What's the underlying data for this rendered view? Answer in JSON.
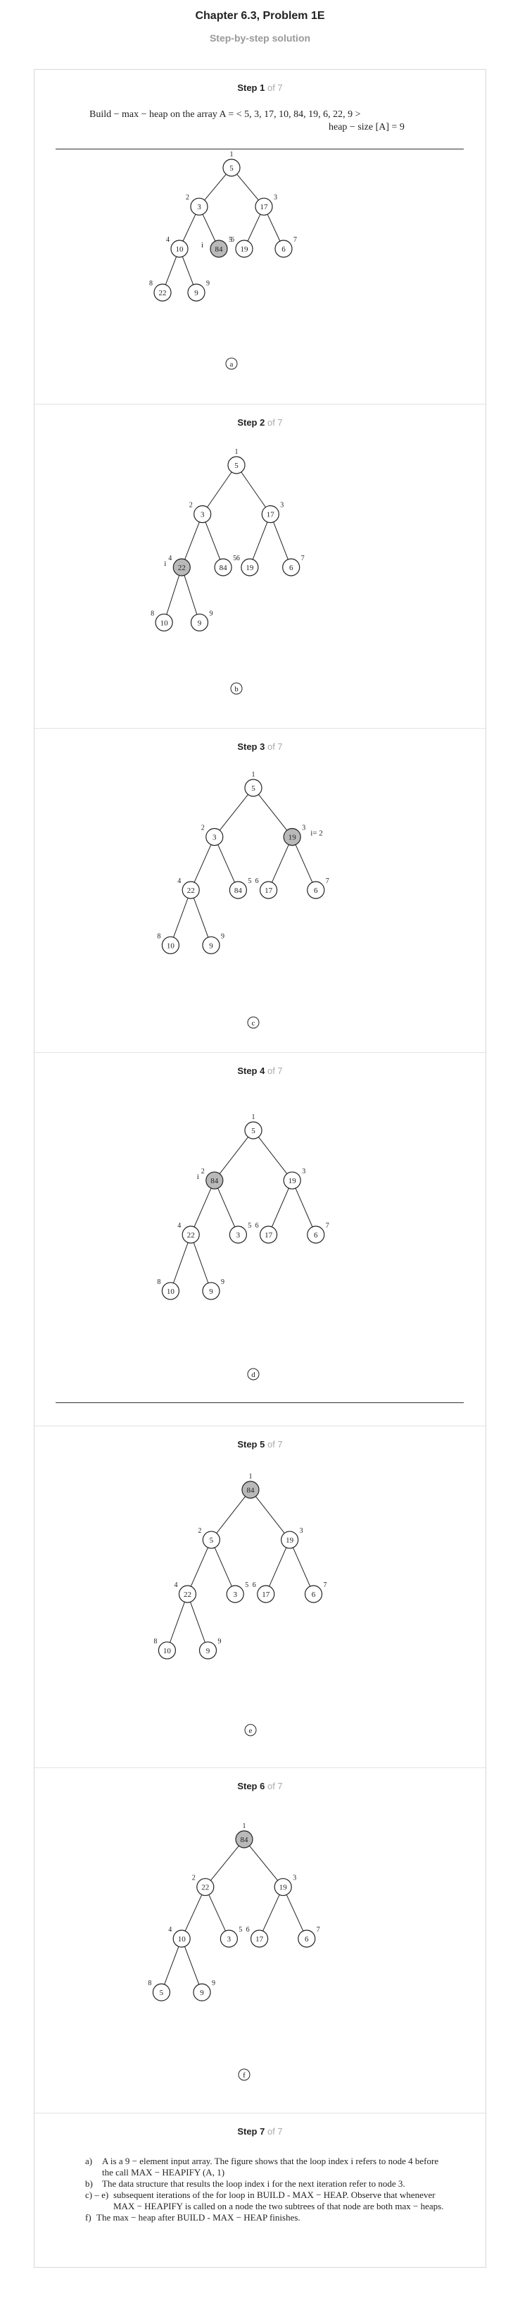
{
  "header": {
    "title": "Chapter 6.3, Problem 1E",
    "subtitle": "Step-by-step solution"
  },
  "steps": [
    {
      "label": "Step 1",
      "of": "of 7",
      "intro_line1": "Build − max − heap on the array A = < 5, 3, 17, 10, 84, 19, 6, 22, 9 >",
      "intro_line2": "heap − size [A] = 9",
      "caption": "a"
    },
    {
      "label": "Step 2",
      "of": "of 7",
      "caption": "b"
    },
    {
      "label": "Step 3",
      "of": "of 7",
      "caption": "c"
    },
    {
      "label": "Step 4",
      "of": "of 7",
      "caption": "d"
    },
    {
      "label": "Step 5",
      "of": "of 7",
      "caption": "e"
    },
    {
      "label": "Step 6",
      "of": "of 7",
      "caption": "f"
    },
    {
      "label": "Step 7",
      "of": "of 7",
      "notes": [
        {
          "label": "a)",
          "text": "A is a 9 − element input array. The figure shows that the loop index i refers to node 4 before the call MAX − HEAPIFY (A, 1)"
        },
        {
          "label": "b)",
          "text": "The data structure that results the loop index i for the next iteration refer to node 3."
        },
        {
          "label": "c) – e)",
          "text": "subsequent iterations of the for loop in BUILD - MAX − HEAP. Observe that whenever MAX − HEAPIFY is called on a node the two subtrees of that node are both max − heaps."
        },
        {
          "label": "f)",
          "text": "The max − heap after BUILD - MAX − HEAP finishes."
        }
      ]
    }
  ],
  "trees": [
    {
      "values": [
        "5",
        "3",
        "17",
        "10",
        "84",
        "19",
        "6",
        "22",
        "9"
      ],
      "highlight": 4,
      "i_label": "i",
      "i_node": 4
    },
    {
      "values": [
        "5",
        "3",
        "17",
        "22",
        "84",
        "19",
        "6",
        "10",
        "9"
      ],
      "highlight": 3,
      "i_label": "i",
      "i_node": 3
    },
    {
      "values": [
        "5",
        "3",
        "19",
        "22",
        "84",
        "17",
        "6",
        "10",
        "9"
      ],
      "highlight": 2,
      "i_label": "i= 2",
      "i_node": 2
    },
    {
      "values": [
        "5",
        "84",
        "19",
        "22",
        "3",
        "17",
        "6",
        "10",
        "9"
      ],
      "highlight": 1,
      "i_label": "i",
      "i_node": 1
    },
    {
      "values": [
        "84",
        "5",
        "19",
        "22",
        "3",
        "17",
        "6",
        "10",
        "9"
      ],
      "highlight": 0
    },
    {
      "values": [
        "84",
        "22",
        "19",
        "10",
        "3",
        "17",
        "6",
        "5",
        "9"
      ],
      "highlight": 0
    }
  ],
  "colors": {
    "highlight_fill": "#b9b9b9",
    "node_stroke": "#222222"
  }
}
